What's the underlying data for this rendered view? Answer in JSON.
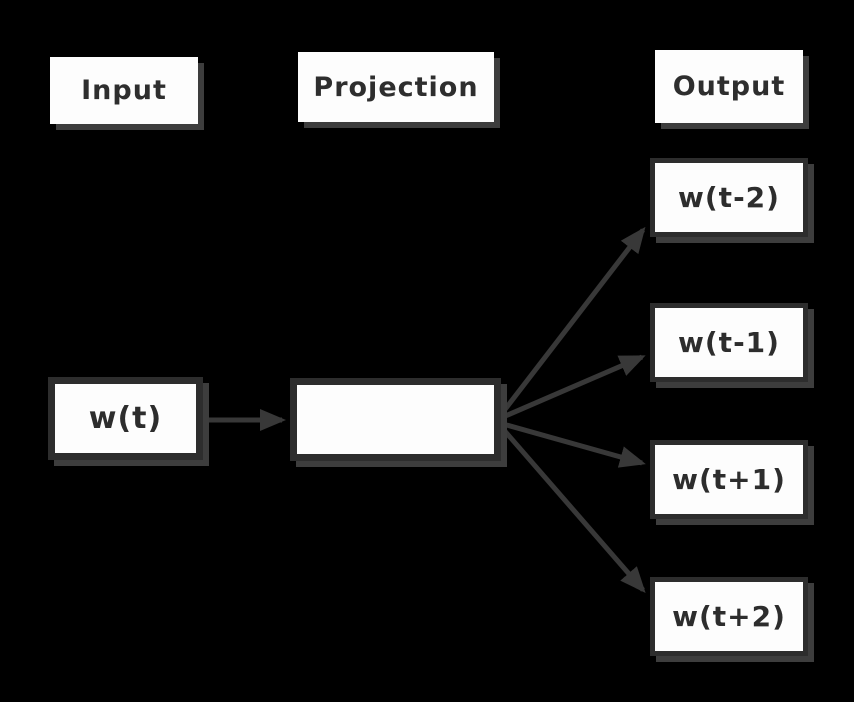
{
  "diagram": {
    "model": "skip-gram word2vec architecture",
    "columns": [
      {
        "id": "input",
        "label": "Input"
      },
      {
        "id": "projection",
        "label": "Projection"
      },
      {
        "id": "output",
        "label": "Output"
      }
    ],
    "input_node": {
      "label": "w(t)"
    },
    "projection_node": {
      "label": ""
    },
    "output_nodes": [
      {
        "label": "w(t-2)"
      },
      {
        "label": "w(t-1)"
      },
      {
        "label": "w(t+1)"
      },
      {
        "label": "w(t+2)"
      }
    ],
    "connections": [
      {
        "from": "w(t)",
        "to": "projection"
      },
      {
        "from": "projection",
        "to": "w(t-2)"
      },
      {
        "from": "projection",
        "to": "w(t-1)"
      },
      {
        "from": "projection",
        "to": "w(t+1)"
      },
      {
        "from": "projection",
        "to": "w(t+2)"
      }
    ],
    "colors": {
      "background": "#000000",
      "box_fill": "#fdfdfd",
      "stroke": "#2d2d2d",
      "arrow": "#383838",
      "shadow": "#3d3d3d",
      "text": "#2d2d2d"
    }
  }
}
